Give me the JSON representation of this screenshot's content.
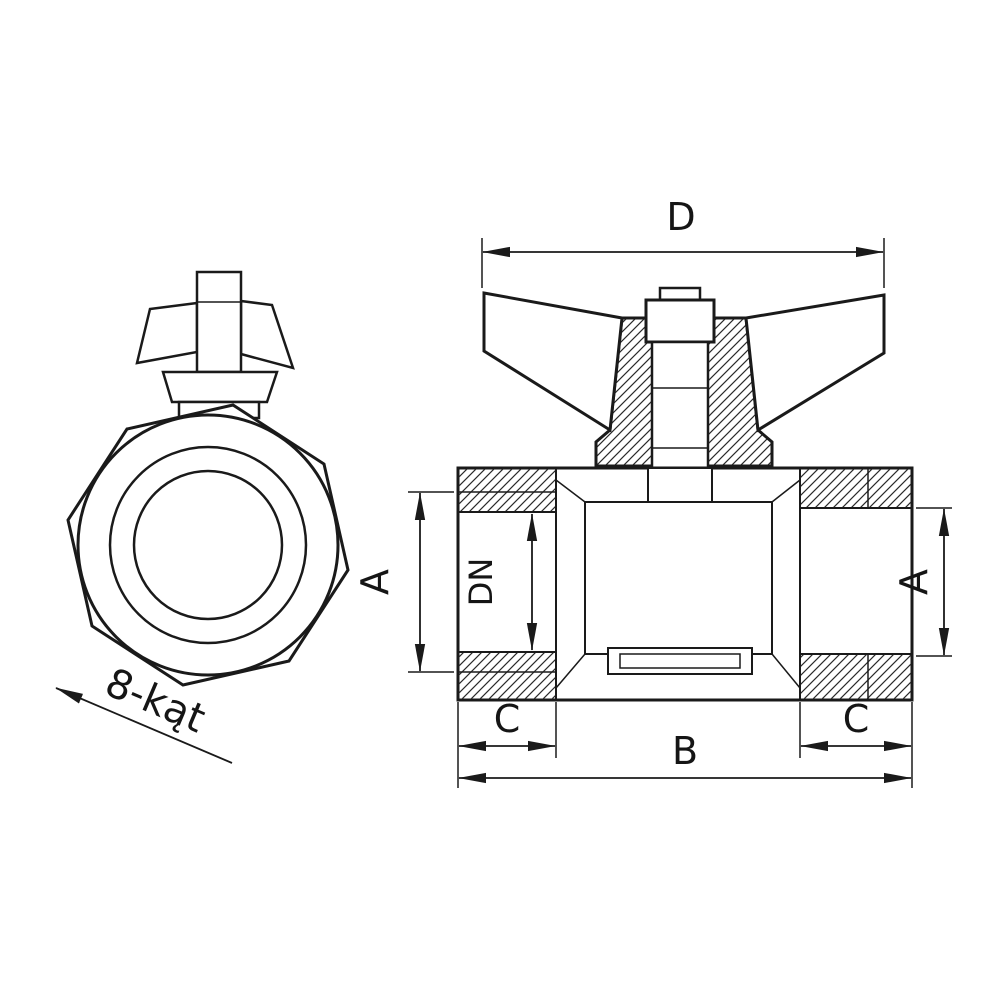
{
  "drawing": {
    "kind": "ball-valve-technical-drawing",
    "dimension_labels": {
      "overall_width_top": "D",
      "height_left": "A",
      "nominal_bore": "DN",
      "height_right": "A",
      "thread_length_left": "C",
      "body_length": "B",
      "thread_length_right": "C"
    },
    "annotations": {
      "octagon_note": "8-kąt"
    },
    "colors": {
      "line": "#1a1a1a",
      "background": "#ffffff"
    }
  }
}
